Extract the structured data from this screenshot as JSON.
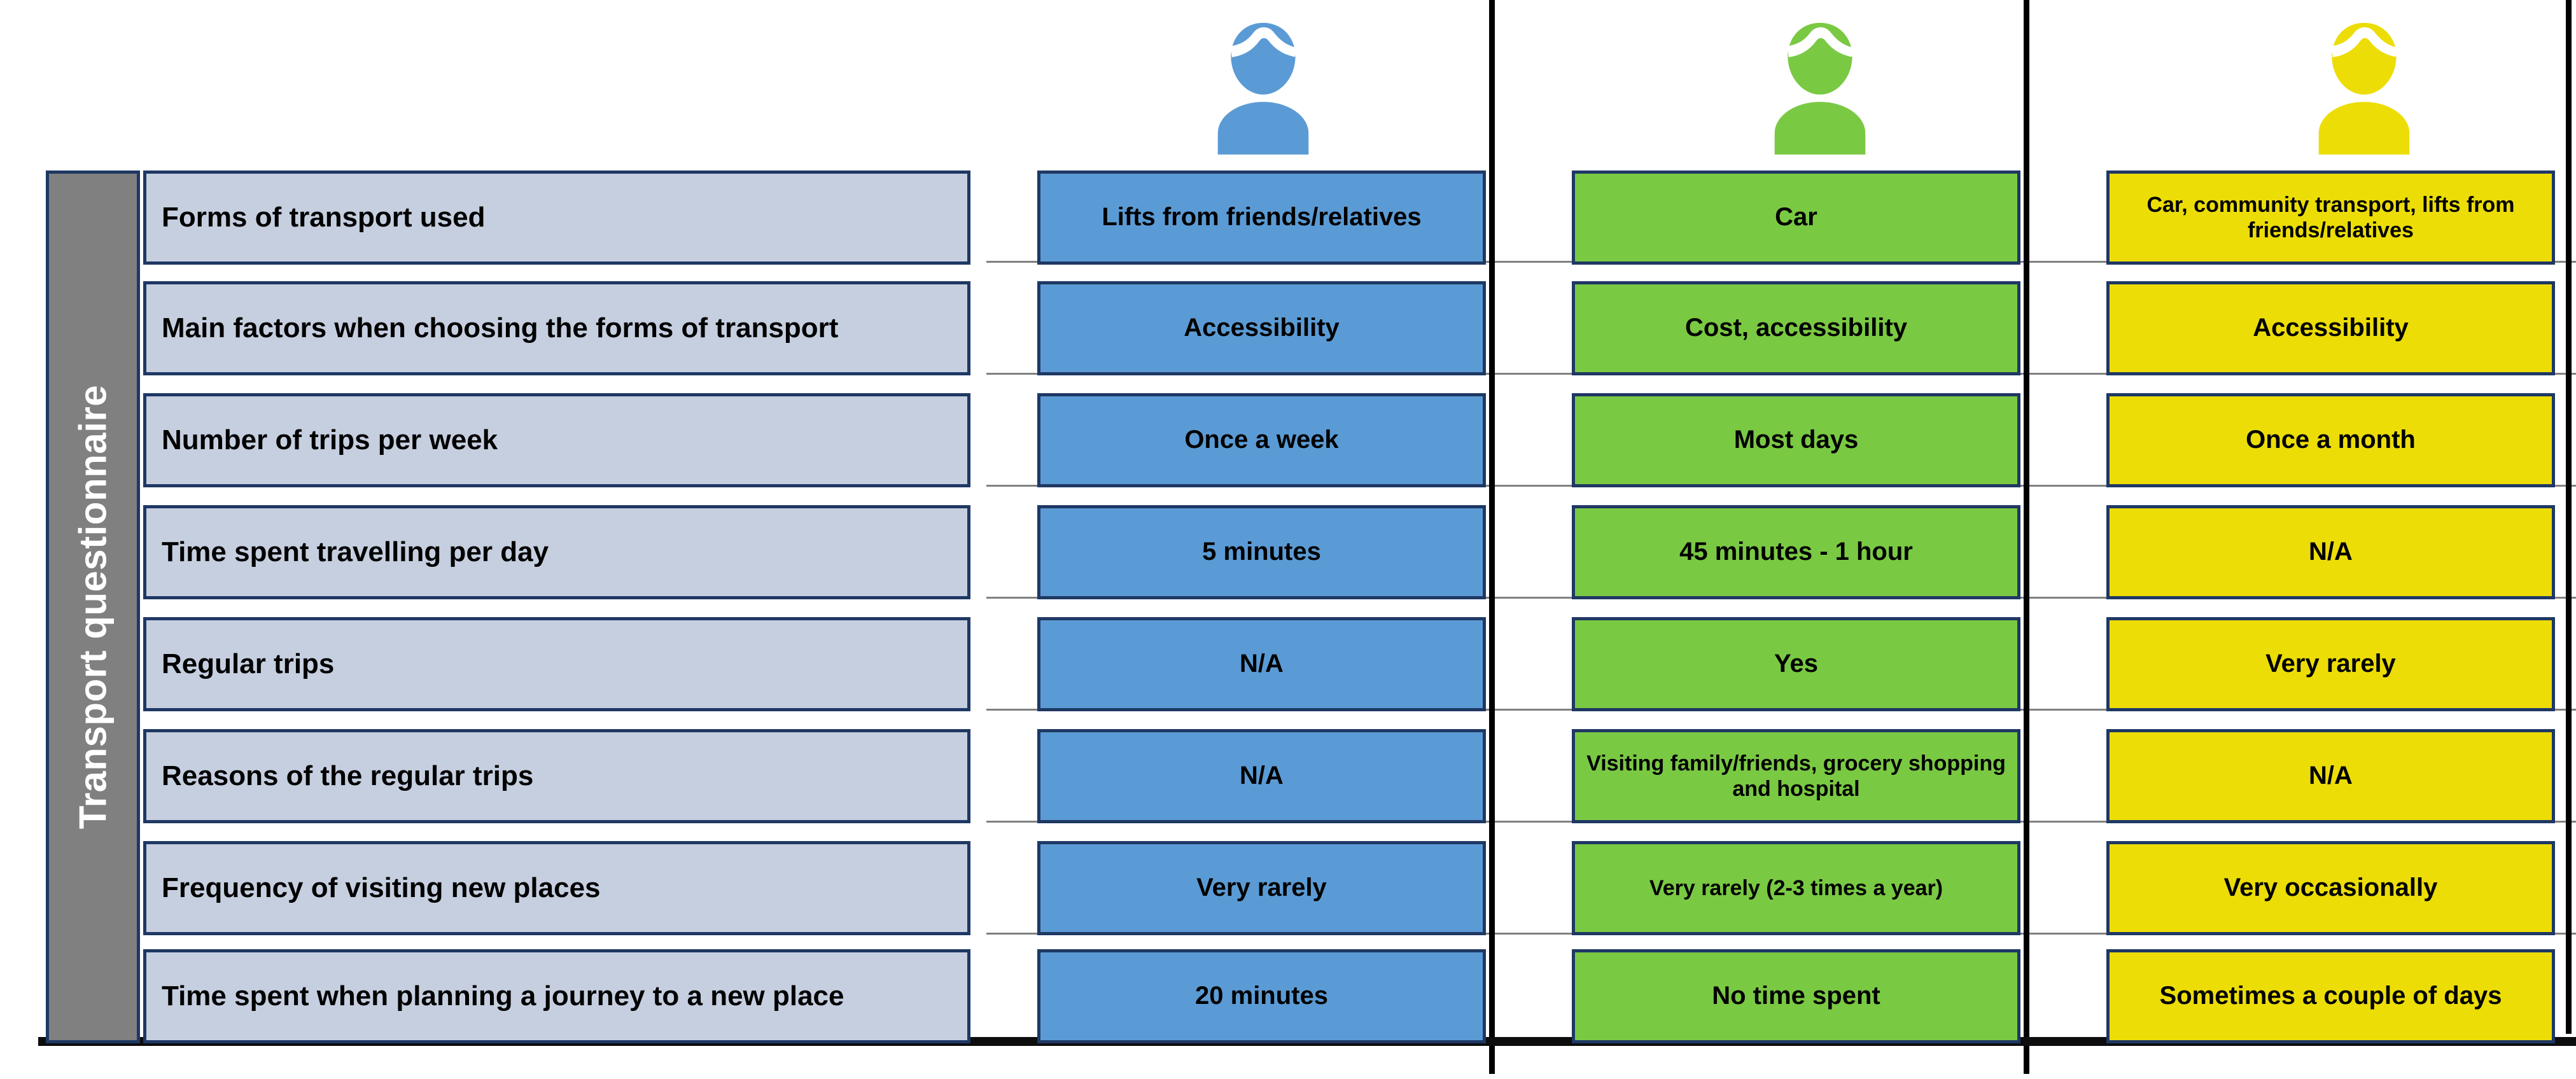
{
  "section_title": "Transport questionnaire",
  "colors": {
    "participant_blue": "#5b9bd5",
    "participant_green": "#7ac943",
    "participant_yellow": "#ecdd07",
    "label_fill": "#c6cfe0",
    "title_fill": "#808080",
    "border_navy": "#1f3864",
    "divider_black": "#000000"
  },
  "participants": [
    {
      "icon": "person-icon",
      "color_key": "participant_blue",
      "name": "participant-1-blue"
    },
    {
      "icon": "person-icon",
      "color_key": "participant_green",
      "name": "participant-2-green"
    },
    {
      "icon": "person-icon",
      "color_key": "participant_yellow",
      "name": "participant-3-yellow"
    }
  ],
  "rows": [
    {
      "label": "Forms of transport used",
      "blue": "Lifts from friends/relatives",
      "green": "Car",
      "yellow": "Car, community transport, lifts from friends/relatives"
    },
    {
      "label": "Main factors when choosing the forms of transport",
      "blue": "Accessibility",
      "green": "Cost, accessibility",
      "yellow": "Accessibility"
    },
    {
      "label": "Number of trips per week",
      "blue": "Once a week",
      "green": "Most days",
      "yellow": "Once a month"
    },
    {
      "label": "Time spent travelling per day",
      "blue": "5 minutes",
      "green": "45 minutes - 1 hour",
      "yellow": "N/A"
    },
    {
      "label": "Regular trips",
      "blue": "N/A",
      "green": "Yes",
      "yellow": "Very rarely"
    },
    {
      "label": "Reasons of the regular trips",
      "blue": "N/A",
      "green": "Visiting family/friends, grocery shopping and hospital",
      "yellow": "N/A"
    },
    {
      "label": "Frequency of visiting new places",
      "blue": "Very rarely",
      "green": "Very rarely (2-3 times a year)",
      "yellow": "Very occasionally"
    },
    {
      "label": "Time spent when planning a journey to a new place",
      "blue": "20 minutes",
      "green": "No time spent",
      "yellow": "Sometimes a couple of days"
    }
  ]
}
